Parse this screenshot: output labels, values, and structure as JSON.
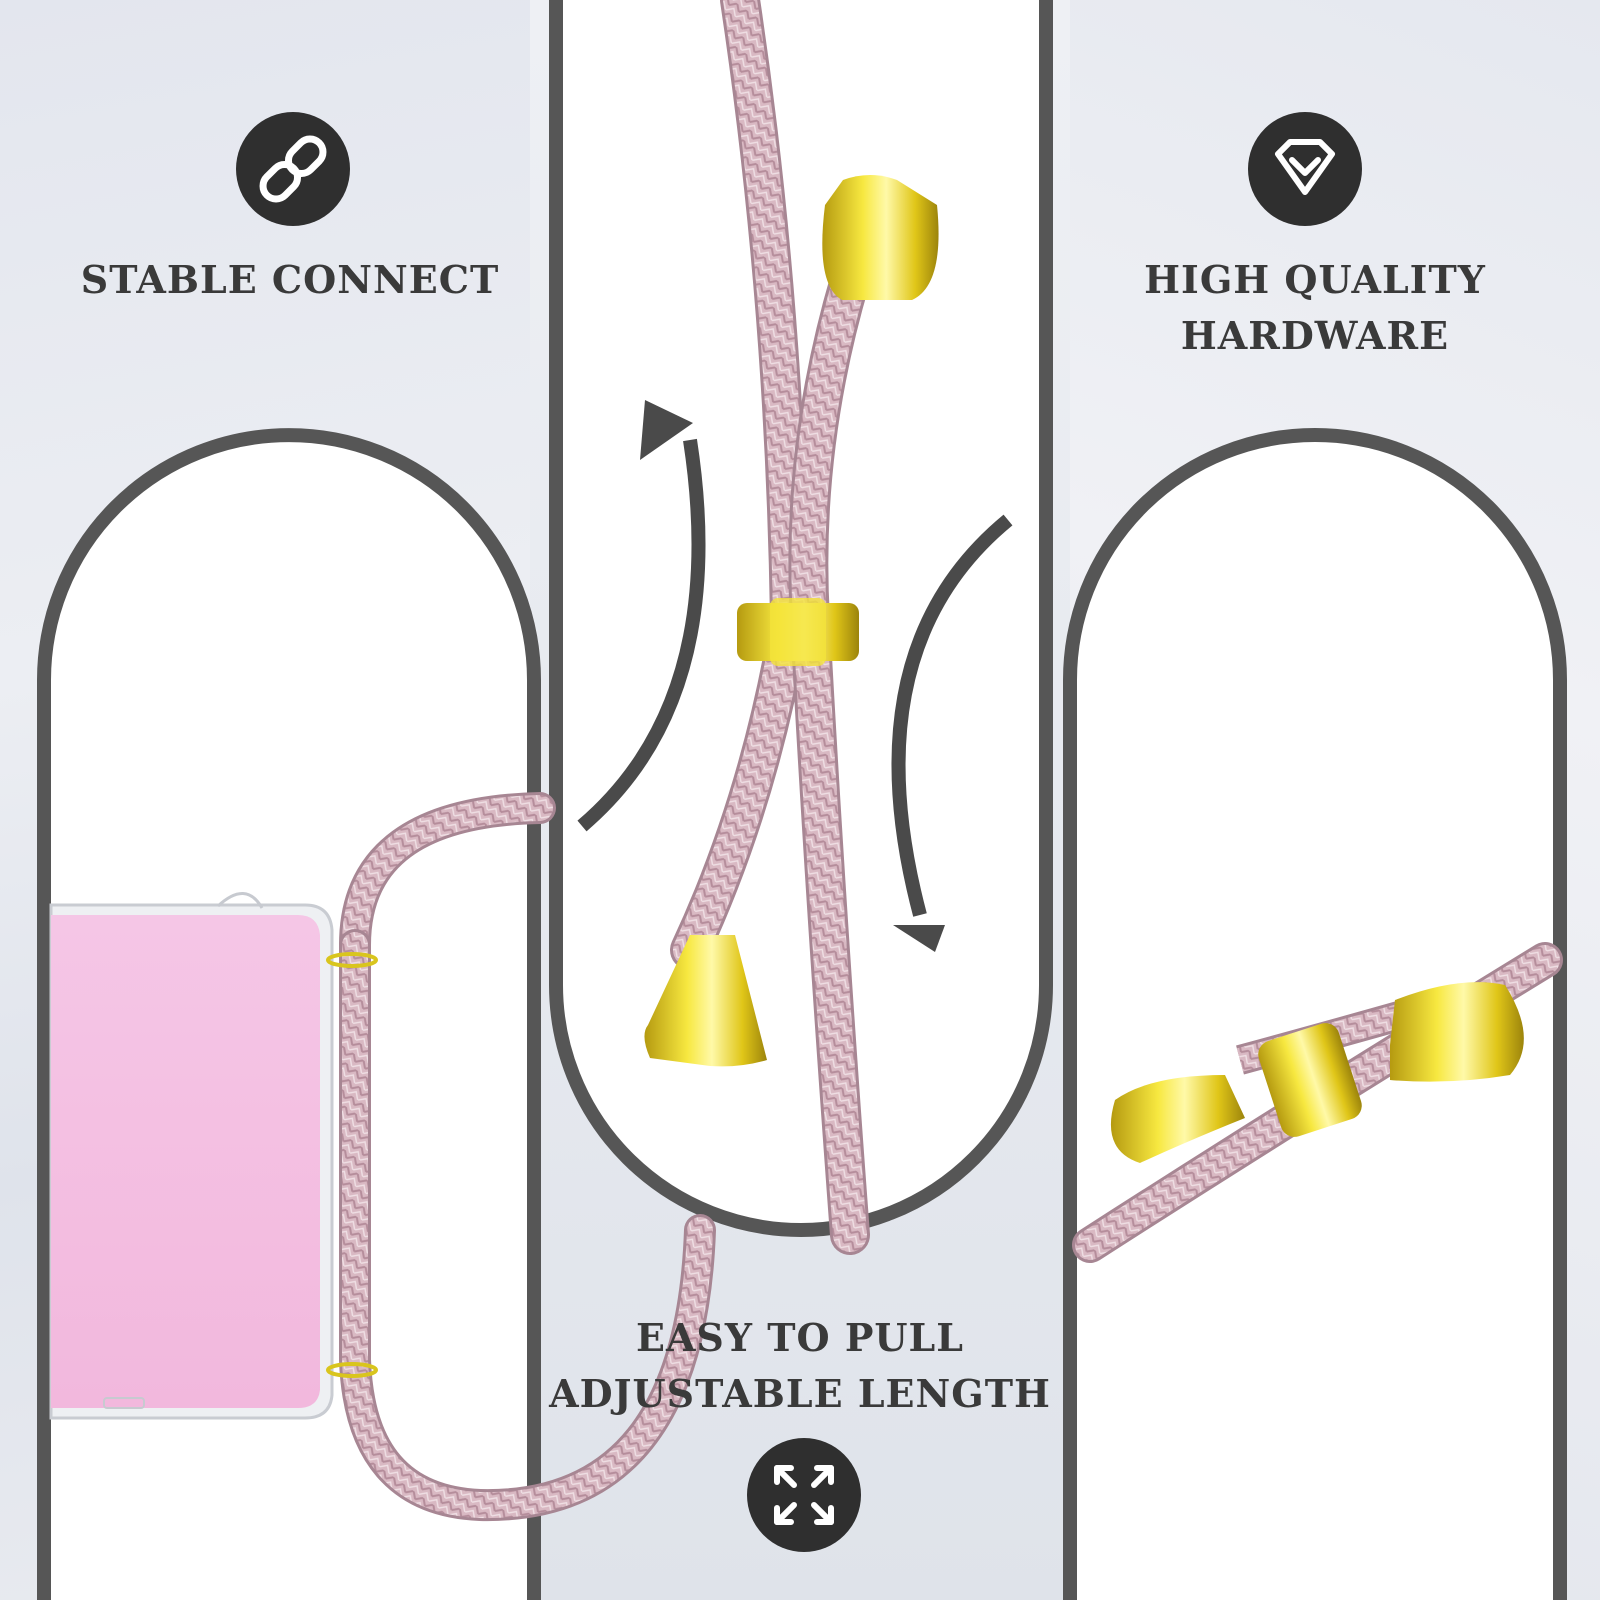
{
  "features": {
    "stable_connect": {
      "title": "STABLE CONNECT",
      "icon": "link-icon"
    },
    "high_quality": {
      "title_line1": "HIGH QUALITY",
      "title_line2": "HARDWARE",
      "icon": "diamond-icon"
    },
    "easy_pull": {
      "title_line1": "EASY TO PULL",
      "title_line2": "ADJUSTABLE LENGTH",
      "icon": "expand-arrows-icon"
    }
  },
  "colors": {
    "badge": "#2f2f2f",
    "text": "#3a3a3a",
    "frame": "#565656",
    "cord": "#d8b8c2",
    "gold": "#e5cf21",
    "case_pink": "#f4bfe3"
  }
}
